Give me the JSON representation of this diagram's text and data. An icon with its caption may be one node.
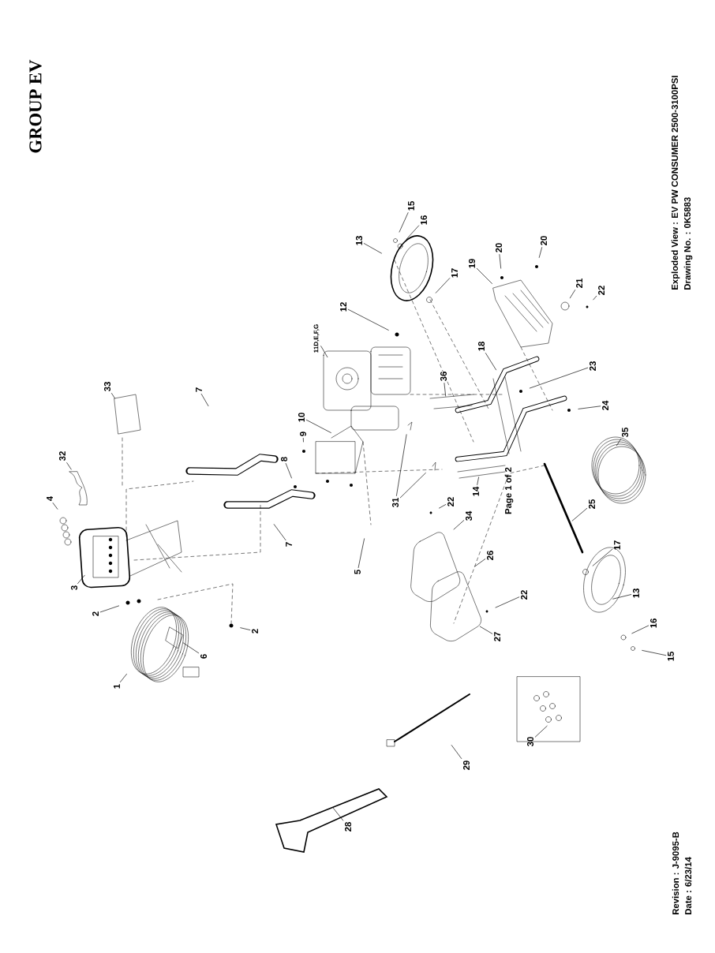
{
  "diagram": {
    "title": "GROUP EV",
    "nodes": [
      {
        "text": [
          "1"
        ]
      },
      {
        "text": [
          "2"
        ]
      },
      {
        "text": [
          "2"
        ]
      },
      {
        "text": [
          "3"
        ]
      },
      {
        "text": [
          "4"
        ]
      },
      {
        "text": [
          "5"
        ]
      },
      {
        "text": [
          "6"
        ]
      },
      {
        "text": [
          "7"
        ]
      },
      {
        "text": [
          "7"
        ]
      },
      {
        "text": [
          "8"
        ]
      },
      {
        "text": [
          "9"
        ]
      },
      {
        "text": [
          "10"
        ]
      },
      {
        "text": [
          "11D,E,F,G"
        ]
      },
      {
        "text": [
          "12"
        ]
      },
      {
        "text": [
          "13"
        ]
      },
      {
        "text": [
          "13"
        ]
      },
      {
        "text": [
          "14"
        ]
      },
      {
        "text": [
          "15"
        ]
      },
      {
        "text": [
          "15"
        ]
      },
      {
        "text": [
          "16"
        ]
      },
      {
        "text": [
          "16"
        ]
      },
      {
        "text": [
          "17"
        ]
      },
      {
        "text": [
          "17"
        ]
      },
      {
        "text": [
          "18"
        ]
      },
      {
        "text": [
          "19"
        ]
      },
      {
        "text": [
          "20"
        ]
      },
      {
        "text": [
          "20"
        ]
      },
      {
        "text": [
          "21"
        ]
      },
      {
        "text": [
          "22"
        ]
      },
      {
        "text": [
          "22"
        ]
      },
      {
        "text": [
          "22"
        ]
      },
      {
        "text": [
          "23"
        ]
      },
      {
        "text": [
          "24"
        ]
      },
      {
        "text": [
          "25"
        ]
      },
      {
        "text": [
          "26"
        ]
      },
      {
        "text": [
          "27"
        ]
      },
      {
        "text": [
          "28"
        ]
      },
      {
        "text": [
          "29"
        ]
      },
      {
        "text": [
          "30"
        ]
      },
      {
        "text": [
          "31"
        ]
      },
      {
        "text": [
          "32"
        ]
      },
      {
        "text": [
          "33"
        ]
      },
      {
        "text": [
          "34"
        ]
      },
      {
        "text": [
          "35"
        ]
      },
      {
        "text": [
          "36"
        ]
      }
    ],
    "edges": [
      {
        "from": 0,
        "to": null,
        "arrow": "none"
      },
      {
        "from": 1,
        "to": null,
        "arrow": "none"
      },
      {
        "from": 2,
        "to": null,
        "arrow": "none"
      },
      {
        "from": 3,
        "to": null,
        "arrow": "none"
      },
      {
        "from": 4,
        "to": null,
        "arrow": "none"
      },
      {
        "from": 5,
        "to": null,
        "arrow": "none"
      },
      {
        "from": 6,
        "to": null,
        "arrow": "none"
      },
      {
        "from": 7,
        "to": null,
        "arrow": "none"
      },
      {
        "from": 8,
        "to": null,
        "arrow": "none"
      },
      {
        "from": 9,
        "to": null,
        "arrow": "none"
      },
      {
        "from": 10,
        "to": null,
        "arrow": "none"
      },
      {
        "from": 11,
        "to": null,
        "arrow": "none"
      },
      {
        "from": 12,
        "to": null,
        "arrow": "none"
      },
      {
        "from": 13,
        "to": null,
        "arrow": "none"
      },
      {
        "from": 14,
        "to": null,
        "arrow": "none"
      },
      {
        "from": 15,
        "to": null,
        "arrow": "none"
      },
      {
        "from": 16,
        "to": null,
        "arrow": "none"
      },
      {
        "from": 17,
        "to": null,
        "arrow": "none"
      },
      {
        "from": 18,
        "to": null,
        "arrow": "none"
      },
      {
        "from": 19,
        "to": null,
        "arrow": "none"
      },
      {
        "from": 20,
        "to": null,
        "arrow": "none"
      },
      {
        "from": 21,
        "to": null,
        "arrow": "none"
      },
      {
        "from": 22,
        "to": null,
        "arrow": "none"
      },
      {
        "from": 23,
        "to": null,
        "arrow": "none"
      },
      {
        "from": 24,
        "to": null,
        "arrow": "none"
      },
      {
        "from": 25,
        "to": null,
        "arrow": "none"
      },
      {
        "from": 26,
        "to": null,
        "arrow": "none"
      },
      {
        "from": 27,
        "to": null,
        "arrow": "none"
      },
      {
        "from": 28,
        "to": null,
        "arrow": "none"
      },
      {
        "from": 29,
        "to": null,
        "arrow": "none"
      },
      {
        "from": 30,
        "to": null,
        "arrow": "none"
      },
      {
        "from": 31,
        "to": null,
        "arrow": "none"
      },
      {
        "from": 32,
        "to": null,
        "arrow": "none"
      },
      {
        "from": 33,
        "to": null,
        "arrow": "none"
      },
      {
        "from": 34,
        "to": null,
        "arrow": "none"
      },
      {
        "from": 35,
        "to": null,
        "arrow": "none"
      },
      {
        "from": 36,
        "to": null,
        "arrow": "none"
      },
      {
        "from": 37,
        "to": null,
        "arrow": "none"
      },
      {
        "from": 38,
        "to": null,
        "arrow": "none"
      },
      {
        "from": 39,
        "to": null,
        "arrow": "none"
      },
      {
        "from": 39,
        "to": null,
        "arrow": "none"
      },
      {
        "from": 40,
        "to": null,
        "arrow": "none"
      },
      {
        "from": 41,
        "to": null,
        "arrow": "none"
      },
      {
        "from": 42,
        "to": null,
        "arrow": "none"
      },
      {
        "from": 43,
        "to": null,
        "arrow": "none"
      },
      {
        "from": 44,
        "to": null,
        "arrow": "none"
      }
    ],
    "labels": [
      "Exploded View : EV PW CONSUMER 2500-3100PSI",
      "Drawing No. : 0K5883",
      "Page 1 of 2",
      "Revision : J-9095-B",
      "Date : 6/23/14"
    ]
  }
}
